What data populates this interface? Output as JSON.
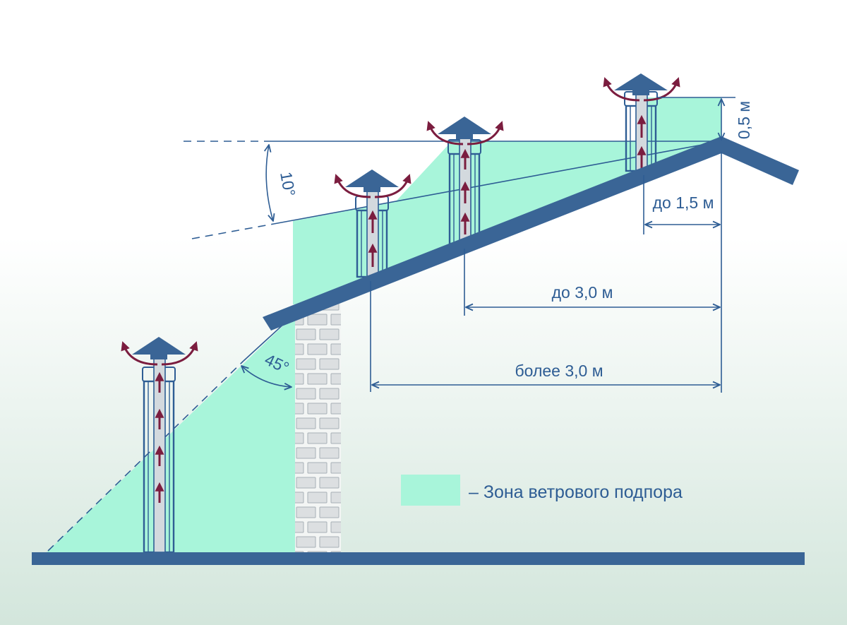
{
  "labels": {
    "angle_10": "10°",
    "angle_45": "45°",
    "height_0_5": "0,5 м",
    "dist_upto_1_5": "до 1,5 м",
    "dist_upto_3_0": "до 3,0 м",
    "dist_over_3_0": "более 3,0 м"
  },
  "legend": {
    "text": "– Зона ветрового подпора"
  },
  "colors": {
    "structure": "#3a6596",
    "line": "#2e5d94",
    "wind_zone": "#a8f5da",
    "airflow": "#7b1d3f",
    "pipe": "#d3d9de",
    "brick": "#dcdfe1"
  }
}
